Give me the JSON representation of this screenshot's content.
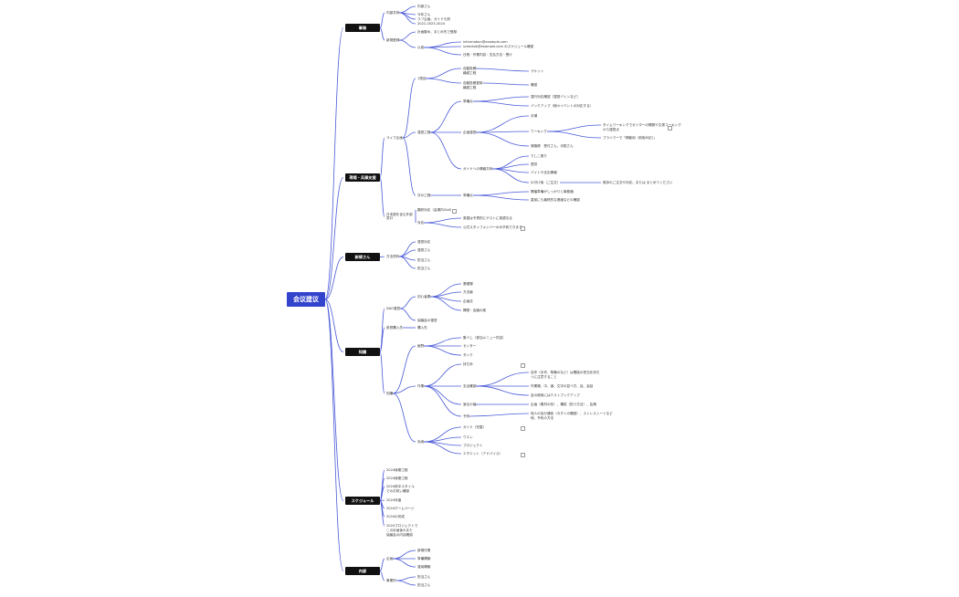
{
  "root": "会议建议",
  "branches": [
    "事務",
    "現場・兵庫支援",
    "新規さん",
    "知識",
    "スケジュール",
    "内部"
  ],
  "nodes": {
    "a1": "内部共有",
    "a1a": "内部さん",
    "a1b": "今年さん",
    "a1c": "ラフ企画、ガイドも別",
    "a1d": "2022-2023-2024",
    "a2": "新規登録",
    "a2a": "計画集め、まとめ先で登録",
    "a2b": "以前",
    "a2b1": "information@example.com",
    "a2b2": "schedule@example.com のスケジュール確認",
    "a2b3": "日程・作業内容・支払方法・受け",
    "b1": "ライブ企画",
    "b1a": "1週目",
    "b1a1": "自動投稿",
    "b1a2": "繰越工程",
    "b1a3": "自動投稿更新",
    "b1a4": "繰越工程",
    "b1a5": "ラケット",
    "b1a6": "確認",
    "b1b": "運営工程",
    "b1b1": "準備点",
    "b1b1a": "運行対応確認（運営バトンなど）",
    "b1b1b": "バックアップ（個々イベントの対応する）",
    "b1b2": "企画運営",
    "b1b2a": "手順",
    "b1b2b": "ワーキング",
    "b1b2b1": "タイムワーキングでガイダーの開発や文書コーキング",
    "b1b2b2": "から運営点",
    "b1b2b3": "プライマーで「移動用（前後対応）」",
    "b1b2c": "帰路便　受付さん、手配さん",
    "b1b3": "ガイドへの情報共有",
    "b1b3a": "でしこ拠り",
    "b1b3b": "提供",
    "b1b3c": "バイトや支出情報",
    "b1b3d": "片付け後（ご注文）",
    "b1b3e": "既存のご注文や対応、または まとめてください",
    "b1c": "次の工程",
    "b1c1": "準備点",
    "b1c1a": "開催準備がしっかりと事務通",
    "b1c1b": "直前にも最終的な連絡などの確認",
    "b2": "日本語を含む外部窓口",
    "b2a": "翻訳対応（会場内Gidi）",
    "b2b": "対応",
    "b2b1": "英語は予測的にゲストに英語なる",
    "b2b2": "公式スタッフメンバーのみ予約できます",
    "c1": "方法資料",
    "c1a": "運営対応",
    "c1b": "運営さん",
    "c1c": "担当さん",
    "c1d": "担当さん",
    "d1": "DAO運営",
    "d1a": "初心者着",
    "d1a1": "基礎課",
    "d1a2": "方法論",
    "d1a3": "企画法",
    "d1a4": "構想・会議の案",
    "d1b": "協議会の運営",
    "d2": "設営購入先",
    "d2a": "購入先",
    "d3": "知識",
    "d3a": "飯野",
    "d3a1": "集べし（参加メニュー内容）",
    "d3a2": "センター",
    "d3a3": "タンク",
    "d3b": "作業",
    "d3b1": "持ち歩",
    "d3b2": "支出確認",
    "d3b2a": "自作（手作、準備のなど）は間接の担当を持ち",
    "d3b2b": "つに注意すること",
    "d3b2c": "作業順、中、道、文字の並べ方、品、会話",
    "d3b2d": "会の使用にはテストブックアップ",
    "d3b3": "宣伝の幅",
    "d3b3a": "企画（素材の形）、構成（担う方法）、会場",
    "d3b4": "予約",
    "d3b4a": "他人の自分通信（今すぐの確認）、ストレスシートなど",
    "d3b4b": "他、予約の方法",
    "d3c": "効用",
    "d3c1": "ガイド（児童）",
    "d3c2": "ウエン",
    "d3c3": "プロジェクト",
    "d3c4": "エチエット（アドバイス）",
    "e1": "2024後期工程",
    "e2": "2024後期工程",
    "e3": "2024前半スタイル",
    "e4": "でのお祝い確認",
    "e5": "2024年度",
    "e6": "2024ホームページ",
    "e7": "2024の完成",
    "e8": "2024プロジェクトで",
    "e9": "この計画後のまた",
    "e10": "協議会の内容確認",
    "f1": "企画",
    "f1a": "新規作業",
    "f1b": "準備構築",
    "f1c": "運用構築",
    "f2": "事業所",
    "f2a": "担当さん",
    "f2b": "担当さん"
  }
}
